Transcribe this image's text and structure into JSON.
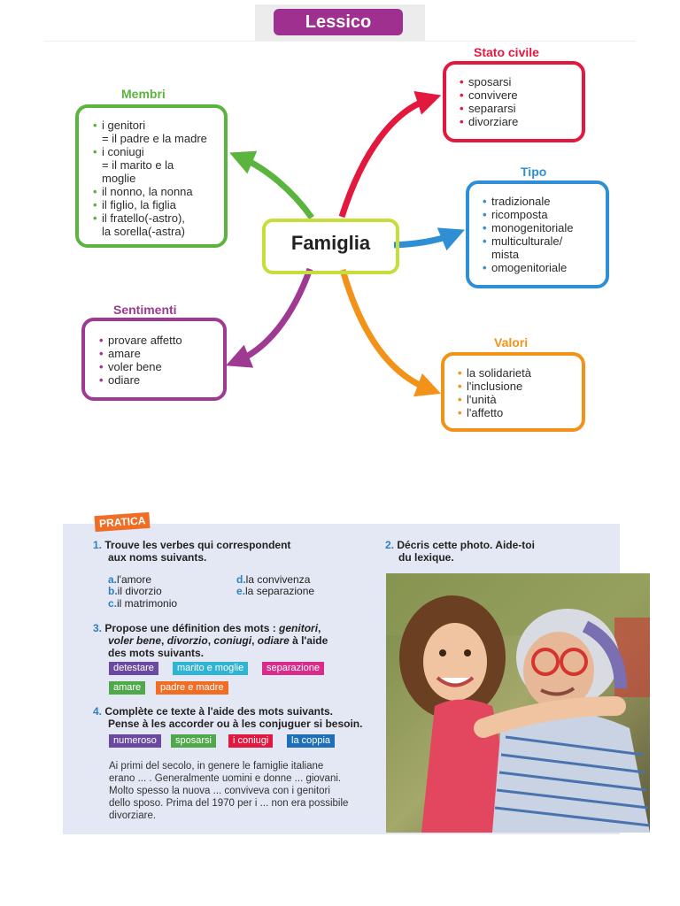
{
  "title": "Lessico",
  "center": "Famiglia",
  "colors": {
    "membri": "#5ab43d",
    "stato": "#e2183f",
    "tipo": "#2f8fd5",
    "sentimenti": "#9e3a92",
    "valori": "#f39219",
    "center_border": "#c7dd3a"
  },
  "membri": {
    "heading": "Membri",
    "lines": [
      {
        "bullet": true,
        "text": "i genitori"
      },
      {
        "bullet": false,
        "text": "= il padre e la madre"
      },
      {
        "bullet": true,
        "text": "i coniugi"
      },
      {
        "bullet": false,
        "text": "= il marito e la"
      },
      {
        "bullet": false,
        "text": "moglie"
      },
      {
        "bullet": true,
        "text": "il nonno, la nonna"
      },
      {
        "bullet": true,
        "text": "il figlio, la figlia"
      },
      {
        "bullet": true,
        "text": "il fratello(-astro),"
      },
      {
        "bullet": false,
        "text": "la sorella(-astra)"
      }
    ]
  },
  "stato": {
    "heading": "Stato civile",
    "items": [
      "sposarsi",
      "convivere",
      "separarsi",
      "divorziare"
    ]
  },
  "tipo": {
    "heading": "Tipo",
    "lines": [
      {
        "bullet": true,
        "text": "tradizionale"
      },
      {
        "bullet": true,
        "text": "ricomposta"
      },
      {
        "bullet": true,
        "text": "monogenitoriale"
      },
      {
        "bullet": true,
        "text": "multiculturale/"
      },
      {
        "bullet": false,
        "text": "mista"
      },
      {
        "bullet": true,
        "text": "omogenitoriale"
      }
    ]
  },
  "sentimenti": {
    "heading": "Sentimenti",
    "items": [
      "provare affetto",
      "amare",
      "voler bene",
      "odiare"
    ]
  },
  "valori": {
    "heading": "Valori",
    "items": [
      "la solidarietà",
      "l'inclusione",
      "l'unità",
      "l'affetto"
    ]
  },
  "pratica": {
    "tag": "PRATICA",
    "ex1": {
      "num": "1.",
      "line1": "Trouve les verbes qui correspondent",
      "line2": "aux noms suivants.",
      "items": [
        {
          "letter": "a.",
          "text": "l'amore"
        },
        {
          "letter": "b.",
          "text": "il divorzio"
        },
        {
          "letter": "c.",
          "text": "il matrimonio"
        },
        {
          "letter": "d.",
          "text": "la convivenza"
        },
        {
          "letter": "e.",
          "text": "la separazione"
        }
      ]
    },
    "ex2": {
      "num": "2.",
      "line1": "Décris cette photo. Aide-toi",
      "line2": "du lexique."
    },
    "ex3": {
      "num": "3.",
      "line1a": "Propose une définition des mots : ",
      "line1b": "genitori",
      "line1c": ",",
      "line2a": "voler bene",
      "line2b": ", ",
      "line2c": "divorzio",
      "line2d": ", ",
      "line2e": "coniugi",
      "line2f": ", ",
      "line2g": "odiare",
      "line2h": " à l'aide",
      "line3": "des mots suivants.",
      "tags": [
        "detestare",
        "marito e moglie",
        "separazione",
        "amare",
        "padre e madre"
      ]
    },
    "ex4": {
      "num": "4.",
      "line1": "Complète ce texte à l'aide des mots suivants.",
      "line2": "Pense à les accorder ou à les conjuguer si besoin.",
      "tags": [
        "numeroso",
        "sposarsi",
        "i coniugi",
        "la coppia"
      ],
      "text": [
        "Ai primi del secolo, in genere le famiglie italiane",
        "erano ... . Generalmente uomini e donne ... giovani.",
        "Molto spesso la nuova ... conviveva con i genitori",
        "dello sposo. Prima del 1970 per i ... non era possibile",
        "divorziare."
      ]
    }
  }
}
